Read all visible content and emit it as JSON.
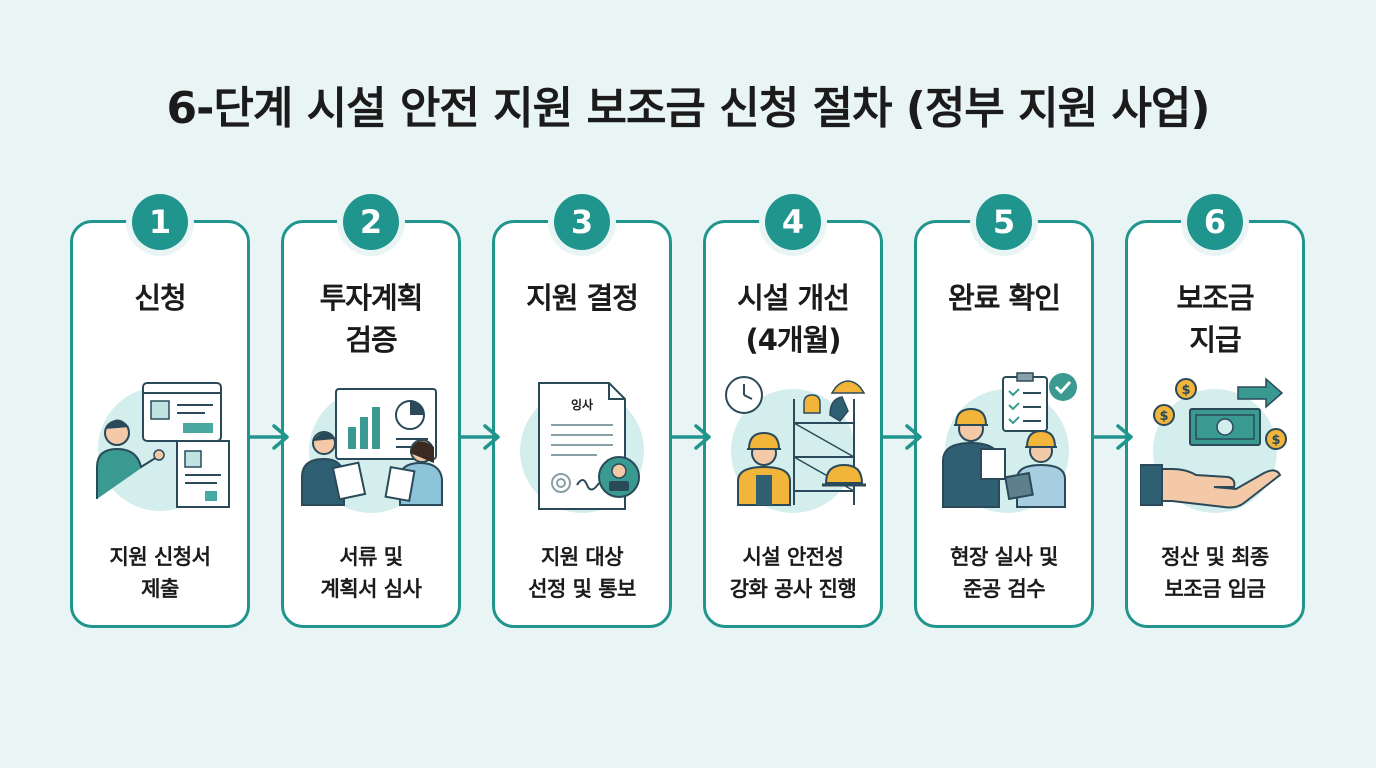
{
  "title": "6-단계 시설 안전 지원 보조금 신청 절차 (정부 지원 사업)",
  "colors": {
    "accent": "#20958e",
    "background": "#e9f5f5",
    "card": "#ffffff"
  },
  "steps": [
    {
      "number": "1",
      "title": "신청",
      "description": "지원 신청서\n제출",
      "icon": "application-form-icon"
    },
    {
      "number": "2",
      "title": "투자계획\n검증",
      "description": "서류 및\n계획서 심사",
      "icon": "document-review-icon"
    },
    {
      "number": "3",
      "title": "지원 결정",
      "description": "지원 대상\n선정 및 통보",
      "icon": "approval-document-icon",
      "document_label": "잉사"
    },
    {
      "number": "4",
      "title": "시설 개선\n(4개월)",
      "description": "시설 안전성\n강화 공사 진행",
      "icon": "construction-worker-icon"
    },
    {
      "number": "5",
      "title": "완료 확인",
      "description": "현장 실사 및\n준공 검수",
      "icon": "site-inspection-icon"
    },
    {
      "number": "6",
      "title": "보조금\n지급",
      "description": "정산 및 최종\n보조금 입금",
      "icon": "payment-hand-icon"
    }
  ]
}
